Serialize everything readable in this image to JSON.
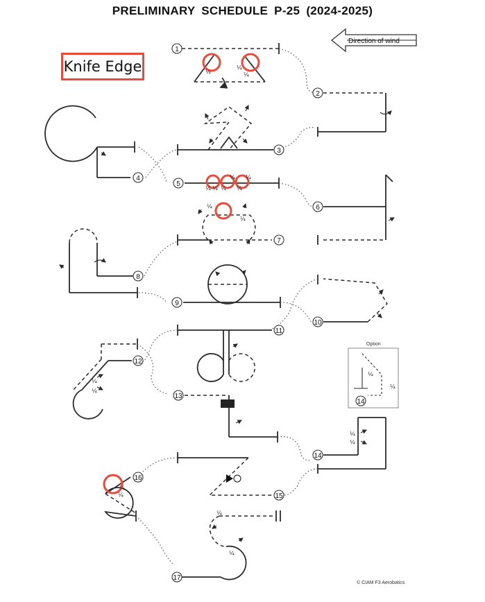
{
  "header": {
    "title": "PRELIMINARY SCHEDULE P-25   (2024-2025)"
  },
  "badge": {
    "label": "Knife Edge",
    "color": "#e84a3c"
  },
  "wind": {
    "label": "Direction of wind",
    "icon": "arrow-left-icon"
  },
  "figures": [
    "1",
    "2",
    "3",
    "4",
    "5",
    "6",
    "7",
    "8",
    "9",
    "10",
    "11",
    "12",
    "13",
    "14",
    "15",
    "16",
    "17"
  ],
  "option_box": {
    "label": "Option",
    "figure": "14"
  },
  "quarter_roll": "¼",
  "footer": {
    "copyright": "© CIAM F3 Aerobatics"
  },
  "colors": {
    "highlight": "#e84a3c",
    "line": "#2a2a2a"
  }
}
